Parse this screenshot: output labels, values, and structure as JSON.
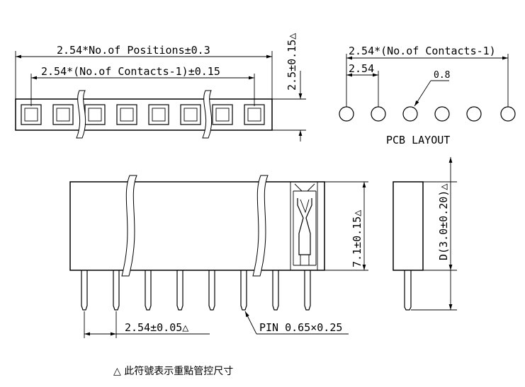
{
  "top_view": {
    "overall_length_label": "2.54*No.of Positions±0.3",
    "contacts_span_label": "2.54*(No.of Contacts-1)±0.15",
    "height_label": "2.5±0.15△"
  },
  "pcb_layout": {
    "span_label": "2.54*(No.of Contacts-1)",
    "pitch_label": "2.54",
    "hole_label": "0.8",
    "title": "PCB LAYOUT"
  },
  "front_view": {
    "height_label": "7.1±0.15△",
    "pitch_label": "2.54±0.05△",
    "pin_label": "PIN 0.65×0.25"
  },
  "side_view": {
    "depth_label": "D(3.0±0.20)△"
  },
  "footnote": "△ 此符號表示重點管控尺寸"
}
